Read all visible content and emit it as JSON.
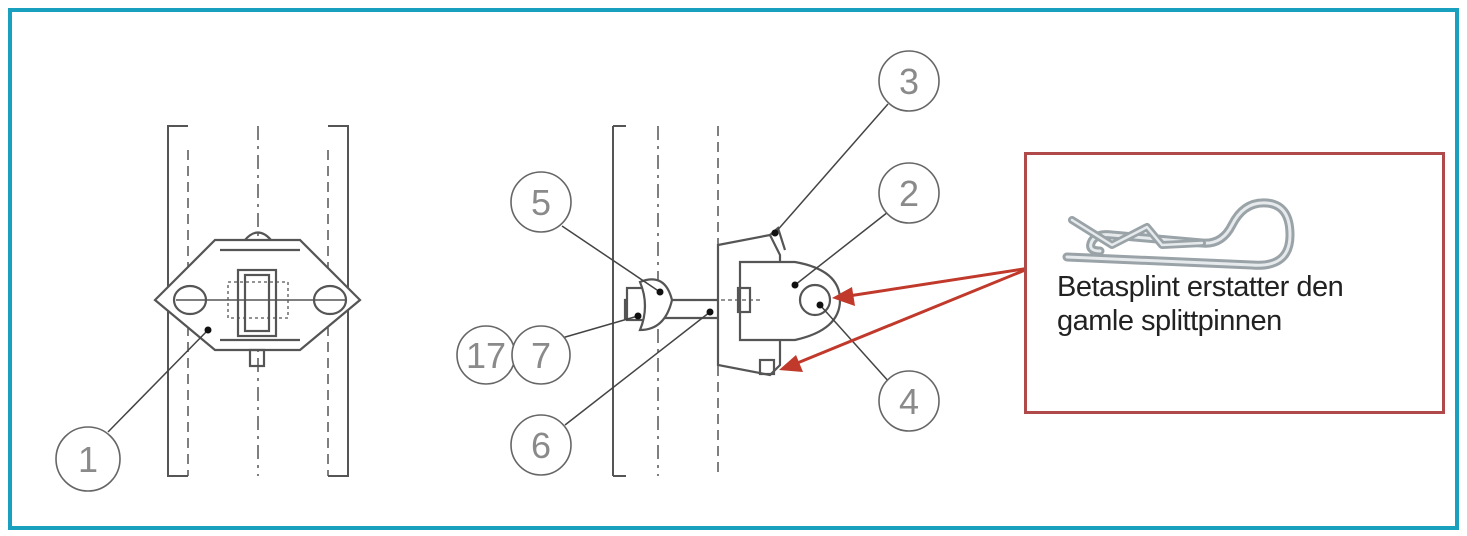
{
  "callouts": {
    "c1": "1",
    "c2": "2",
    "c3": "3",
    "c4": "4",
    "c5": "5",
    "c6": "6",
    "c7": "7",
    "c17": "17"
  },
  "note": {
    "line1": "Betasplint erstatter den",
    "line2": "gamle splittpinnen"
  },
  "colors": {
    "frame": "#1aa0bf",
    "note_border": "#b04a4a",
    "arrow": "#c0392b"
  },
  "icons": {
    "clip": "r-clip-icon"
  }
}
